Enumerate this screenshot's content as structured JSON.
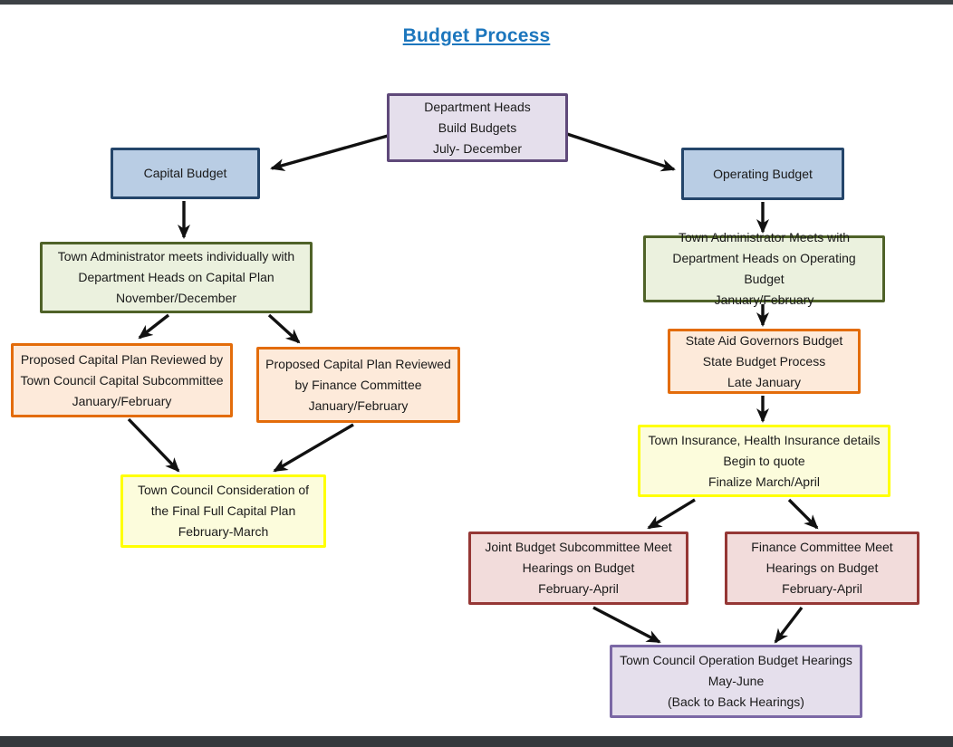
{
  "page": {
    "title": "Budget Process"
  },
  "colors": {
    "title_blue": "#1c76bd",
    "purple_border": "#5f497a",
    "purple_fill": "#e5dfec",
    "blue_border": "#24456a",
    "blue_fill": "#b9cde4",
    "green_border": "#4f6228",
    "green_fill": "#ebf1de",
    "orange_border": "#e36c0a",
    "orange_fill": "#fdeada",
    "yellow_border": "#ffff00",
    "yellow_fill": "#fcfcdc",
    "red_border": "#953735",
    "red_fill": "#f2dcdb",
    "violet_border": "#7b68a5",
    "violet_fill": "#e5dfec",
    "arrow": "#111111",
    "frame_bar": "#3d4145"
  },
  "boxes": {
    "dept_heads": {
      "lines": [
        "Department Heads",
        "Build Budgets",
        "July- December"
      ]
    },
    "capital_budget": {
      "lines": [
        "Capital Budget"
      ]
    },
    "operating_budget": {
      "lines": [
        "Operating Budget"
      ]
    },
    "capital_admin": {
      "lines": [
        "Town Administrator meets individually with",
        "Department Heads on Capital Plan",
        "November/December"
      ]
    },
    "capital_subcommittee": {
      "lines": [
        "Proposed Capital Plan Reviewed by",
        "Town Council Capital Subcommittee",
        "January/February"
      ]
    },
    "capital_finance": {
      "lines": [
        "Proposed Capital Plan Reviewed",
        "by Finance Committee",
        "January/February"
      ]
    },
    "capital_council": {
      "lines": [
        "Town Council Consideration of",
        "the Final Full Capital Plan",
        "February-March"
      ]
    },
    "operating_admin": {
      "lines": [
        "Town Administrator Meets with",
        "Department Heads on Operating Budget",
        "January/February"
      ]
    },
    "state_aid": {
      "lines": [
        "State Aid Governors Budget",
        "State Budget Process",
        "Late January"
      ]
    },
    "insurance": {
      "lines": [
        "Town Insurance, Health Insurance details",
        "Begin to quote",
        "Finalize March/April"
      ]
    },
    "joint_subcommittee": {
      "lines": [
        "Joint Budget Subcommittee Meet",
        "Hearings on Budget",
        "February-April"
      ]
    },
    "finance_meet": {
      "lines": [
        "Finance Committee Meet",
        "Hearings on Budget",
        "February-April"
      ]
    },
    "council_hearings": {
      "lines": [
        "Town Council Operation Budget Hearings",
        "May-June",
        "(Back to Back Hearings)"
      ]
    }
  }
}
